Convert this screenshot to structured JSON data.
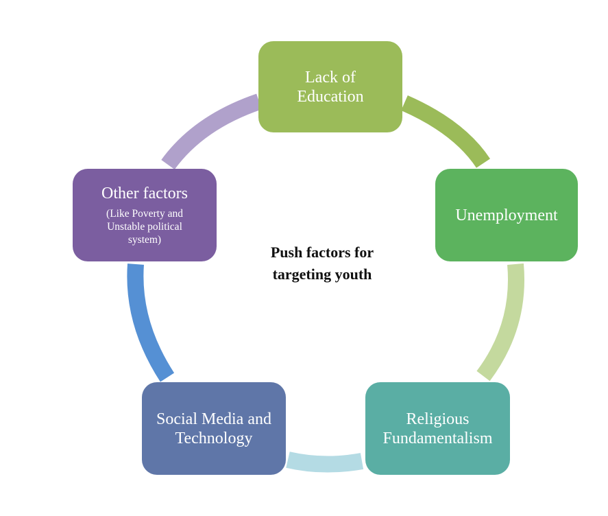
{
  "center_title": "Push factors for\ntargeting youth",
  "colors": {
    "lack_of_education": "#9bbb59",
    "unemployment": "#5cb35e",
    "religious_fundamentalism": "#5aaea4",
    "social_media": "#5f76a8",
    "other_factors": "#7b5ea0",
    "arc_education_to_unemployment": "#9bbb59",
    "arc_unemployment_to_religious": "#c4d99e",
    "arc_religious_to_social": "#b4dbe4",
    "arc_social_to_other": "#5590d4",
    "arc_other_to_education": "#b0a1cb"
  },
  "nodes": {
    "lack_of_education": {
      "title": "Lack of\nEducation"
    },
    "unemployment": {
      "title": "Unemployment"
    },
    "religious_fundamentalism": {
      "title": "Religious\nFundamentalism"
    },
    "social_media": {
      "title": "Social Media and\nTechnology"
    },
    "other_factors": {
      "title": "Other factors",
      "subtitle": "(Like Poverty and\nUnstable political\nsystem)"
    }
  }
}
